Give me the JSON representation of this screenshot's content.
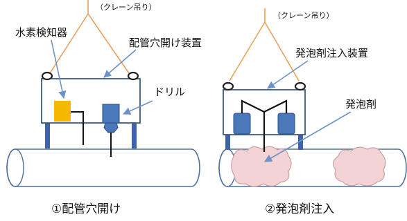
{
  "left": {
    "crane": "（クレーン吊り）",
    "detector": "水素検知器",
    "device": "配管穴開け装置",
    "drill": "ドリル",
    "caption": "①配管穴開け"
  },
  "right": {
    "crane": "（クレーン吊り）",
    "device": "発泡剤注入装置",
    "foam": "発泡剤",
    "caption": "②発泡剤注入"
  },
  "colors": {
    "sling": "#e8a15a",
    "body_fill": "#ffffff",
    "outline": "#3d5a80",
    "leg": "#3d63a8",
    "pipe_fill": "#ffffff",
    "pipe_stroke": "#4e6f9e",
    "detector": "#f5b800",
    "drill_fill": "#4a78b8",
    "arrow": "#6d93c8",
    "foam_fill": "#f4d3d4",
    "foam_stroke": "#c9a0a3"
  }
}
